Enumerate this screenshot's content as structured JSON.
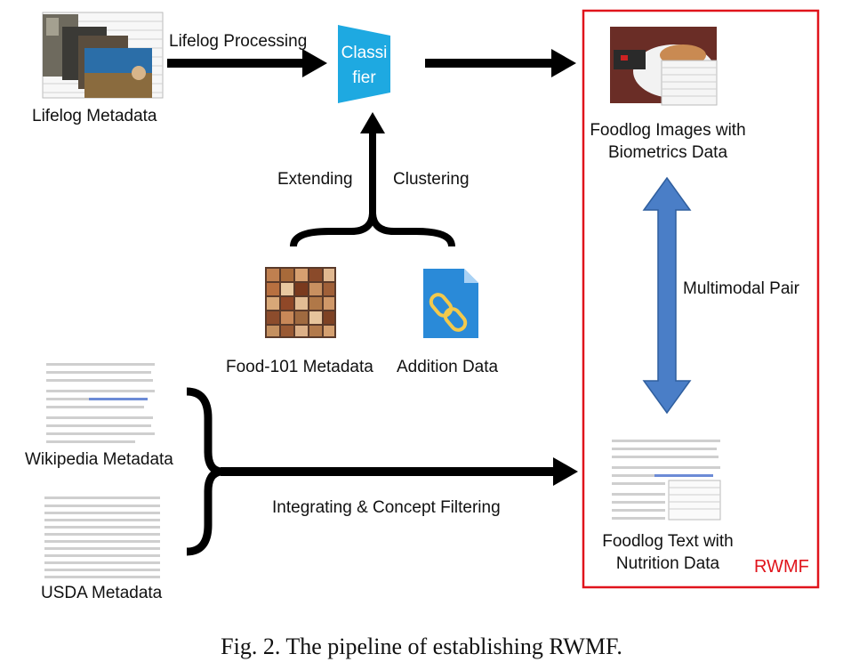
{
  "nodes": {
    "lifelog_metadata": "Lifelog Metadata",
    "classifier_line1": "Classi",
    "classifier_line2": "fier",
    "foodlog_images_line1": "Foodlog Images with",
    "foodlog_images_line2": "Biometrics Data",
    "food101_metadata": "Food-101 Metadata",
    "addition_data": "Addition Data",
    "wikipedia_metadata": "Wikipedia Metadata",
    "usda_metadata": "USDA Metadata",
    "foodlog_text_line1": "Foodlog Text with",
    "foodlog_text_line2": "Nutrition Data",
    "rwmf_label": "RWMF"
  },
  "edges": {
    "lifelog_processing": "Lifelog Processing",
    "extending": "Extending",
    "clustering": "Clustering",
    "multimodal_pair": "Multimodal Pair",
    "integrating": "Integrating & Concept Filtering"
  },
  "caption": "Fig. 2.  The pipeline of establishing RWMF.",
  "colors": {
    "classifier": "#1ea9e1",
    "double_arrow": "#4a7ec7",
    "rwmf_border": "#e0141c",
    "document_icon": "#2a8ad8",
    "arrows": "#000000"
  },
  "icons": {
    "addition_data": "link-document-icon"
  }
}
